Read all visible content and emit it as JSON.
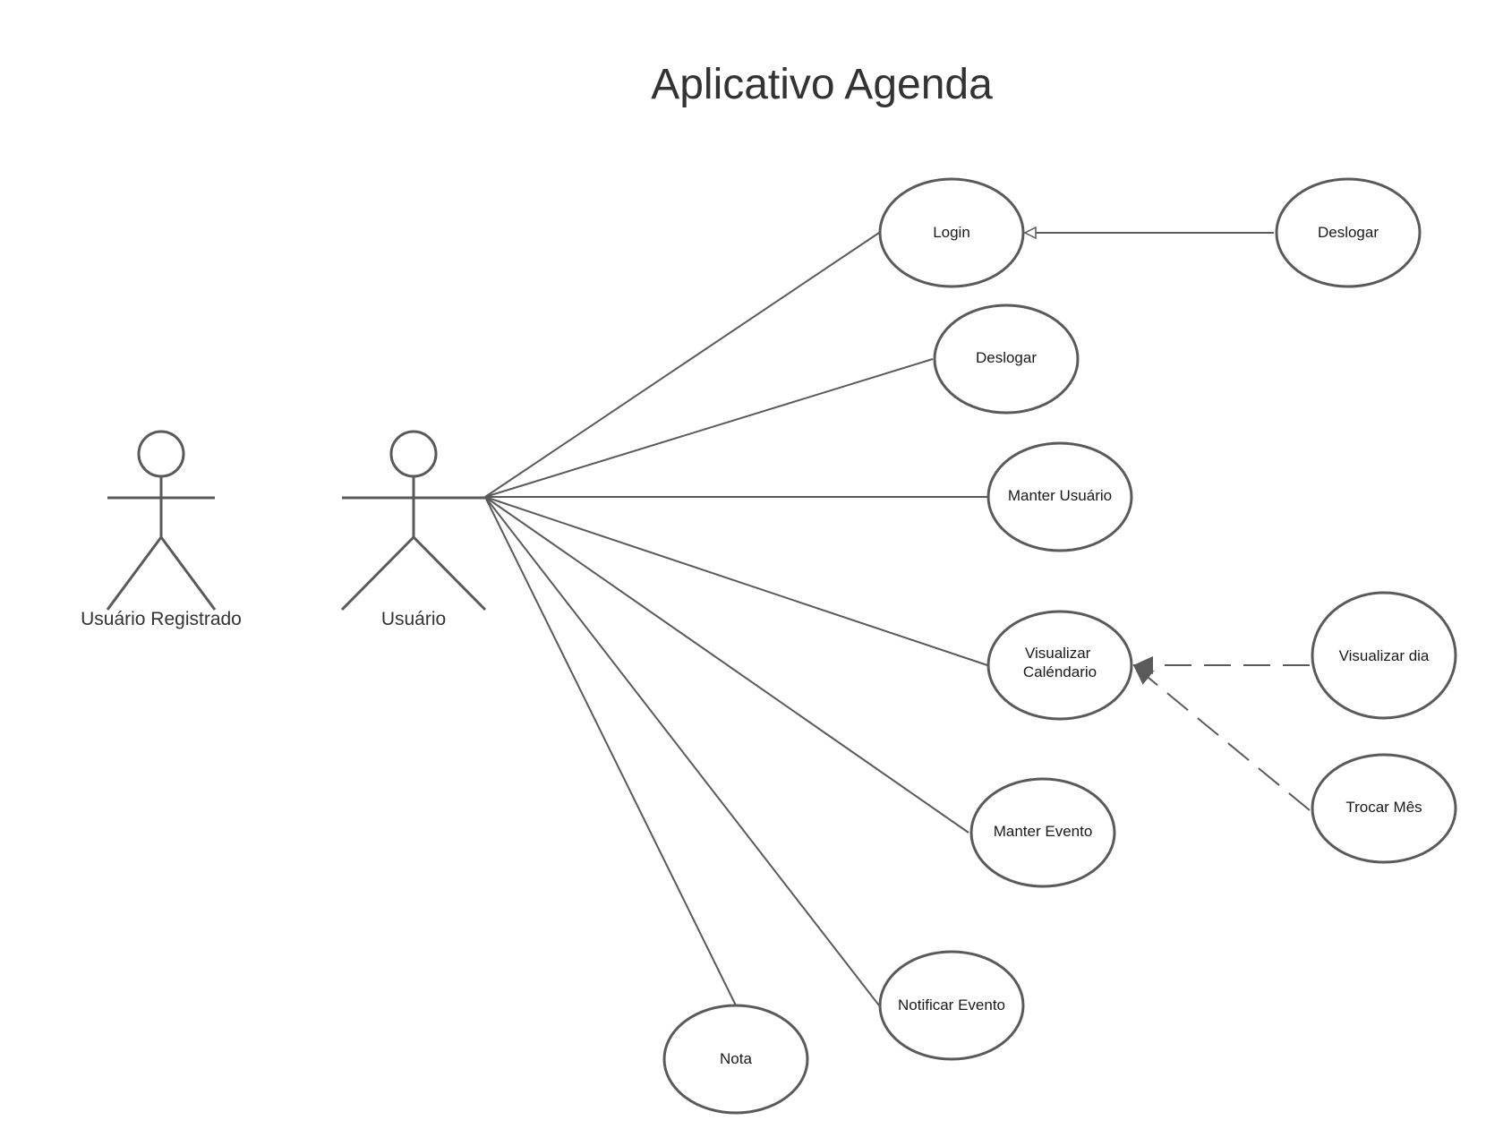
{
  "title": "Aplicativo Agenda",
  "colors": {
    "stroke": "#5a5a5a",
    "text": "#333333",
    "background": "#ffffff"
  },
  "actors": [
    {
      "id": "usuario-registrado",
      "label": "Usuário Registrado"
    },
    {
      "id": "usuario",
      "label": "Usuário"
    }
  ],
  "use_cases": [
    {
      "id": "login",
      "lines": [
        "Login"
      ]
    },
    {
      "id": "deslogar-ext",
      "lines": [
        "Deslogar"
      ]
    },
    {
      "id": "deslogar",
      "lines": [
        "Deslogar"
      ]
    },
    {
      "id": "manter-usuario",
      "lines": [
        "Manter Usuário"
      ]
    },
    {
      "id": "visualizar-calendario",
      "lines": [
        "Visualizar",
        "Caléndario"
      ]
    },
    {
      "id": "visualizar-dia",
      "lines": [
        "Visualizar dia"
      ]
    },
    {
      "id": "trocar-mes",
      "lines": [
        "Trocar Mês"
      ]
    },
    {
      "id": "manter-evento",
      "lines": [
        "Manter Evento"
      ]
    },
    {
      "id": "notificar-evento",
      "lines": [
        "Notificar Evento"
      ]
    },
    {
      "id": "nota",
      "lines": [
        "Nota"
      ]
    }
  ],
  "relationships": [
    {
      "type": "association",
      "from": "usuario",
      "to": "login"
    },
    {
      "type": "association",
      "from": "usuario",
      "to": "deslogar"
    },
    {
      "type": "association",
      "from": "usuario",
      "to": "manter-usuario"
    },
    {
      "type": "association",
      "from": "usuario",
      "to": "visualizar-calendario"
    },
    {
      "type": "association",
      "from": "usuario",
      "to": "manter-evento"
    },
    {
      "type": "association",
      "from": "usuario",
      "to": "notificar-evento"
    },
    {
      "type": "association",
      "from": "usuario",
      "to": "nota"
    },
    {
      "type": "generalization",
      "from": "deslogar-ext",
      "to": "login"
    },
    {
      "type": "dependency",
      "from": "visualizar-dia",
      "to": "visualizar-calendario"
    },
    {
      "type": "dependency",
      "from": "trocar-mes",
      "to": "visualizar-calendario"
    }
  ]
}
